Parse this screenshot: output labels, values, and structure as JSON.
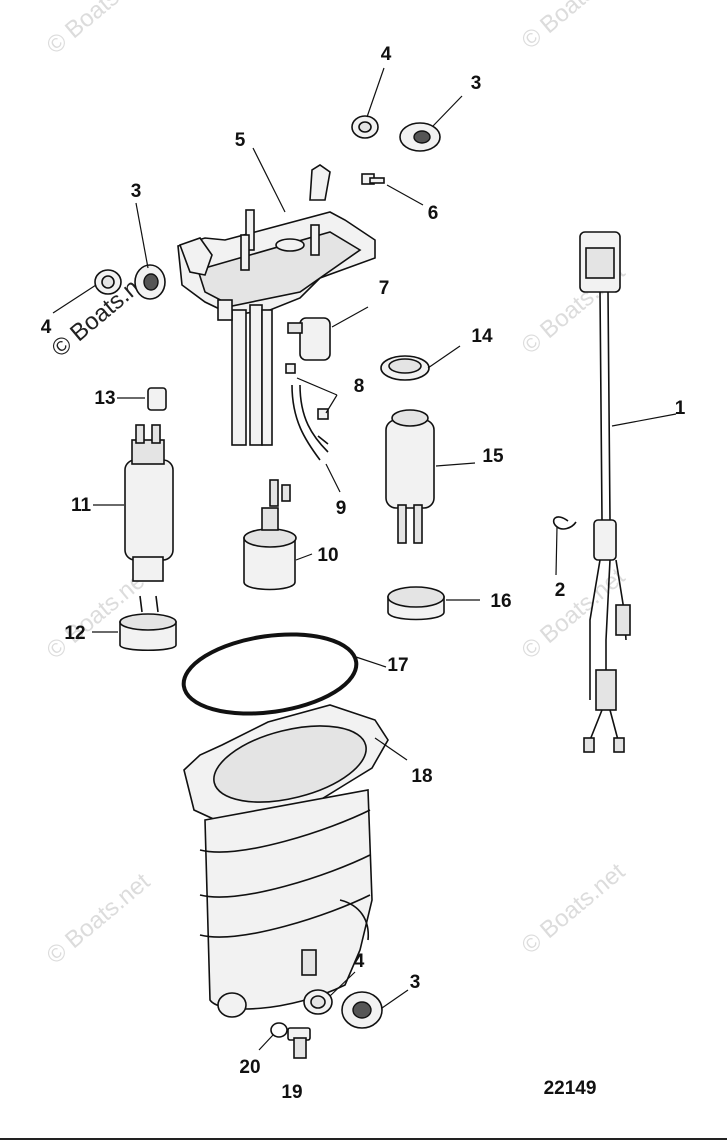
{
  "watermark": {
    "text": "© Boats.net"
  },
  "diagram_ref": "22149",
  "callouts": {
    "c1": "1",
    "c2": "2",
    "c3a": "3",
    "c3b": "3",
    "c3c": "3",
    "c4a": "4",
    "c4b": "4",
    "c4c": "4",
    "c5": "5",
    "c6": "6",
    "c7": "7",
    "c8": "8",
    "c9": "9",
    "c10": "10",
    "c11": "11",
    "c12": "12",
    "c13": "13",
    "c14": "14",
    "c15": "15",
    "c16": "16",
    "c17": "17",
    "c18": "18",
    "c19": "19",
    "c20": "20"
  }
}
